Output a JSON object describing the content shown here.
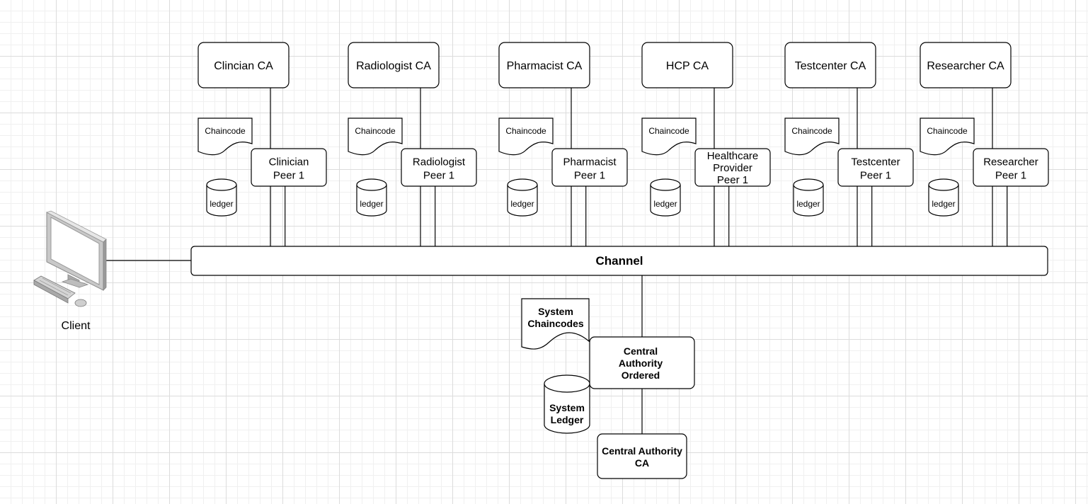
{
  "orgs": [
    {
      "ca": "Clincian CA",
      "chaincode": "Chaincode",
      "peer": [
        "Clinician",
        "Peer 1"
      ],
      "ledger": "ledger"
    },
    {
      "ca": "Radiologist CA",
      "chaincode": "Chaincode",
      "peer": [
        "Radiologist",
        "Peer 1"
      ],
      "ledger": "ledger"
    },
    {
      "ca": "Pharmacist CA",
      "chaincode": "Chaincode",
      "peer": [
        "Pharmacist",
        "Peer 1"
      ],
      "ledger": "ledger"
    },
    {
      "ca": "HCP CA",
      "chaincode": "Chaincode",
      "peer": [
        "Healthcare",
        "Provider",
        "Peer 1"
      ],
      "ledger": "ledger"
    },
    {
      "ca": "Testcenter CA",
      "chaincode": "Chaincode",
      "peer": [
        "Testcenter",
        "Peer 1"
      ],
      "ledger": "ledger"
    },
    {
      "ca": "Researcher CA",
      "chaincode": "Chaincode",
      "peer": [
        "Researcher",
        "Peer 1"
      ],
      "ledger": "ledger"
    }
  ],
  "channel": {
    "label": "Channel"
  },
  "client": {
    "label": "Client",
    "icon": "desktop-computer-icon"
  },
  "orderer": {
    "system_chaincodes": [
      "System",
      "Chaincodes"
    ],
    "node": [
      "Central",
      "Authority",
      "Ordered"
    ],
    "system_ledger": [
      "System",
      "Ledger"
    ],
    "ca": [
      "Central Authority",
      "CA"
    ]
  }
}
